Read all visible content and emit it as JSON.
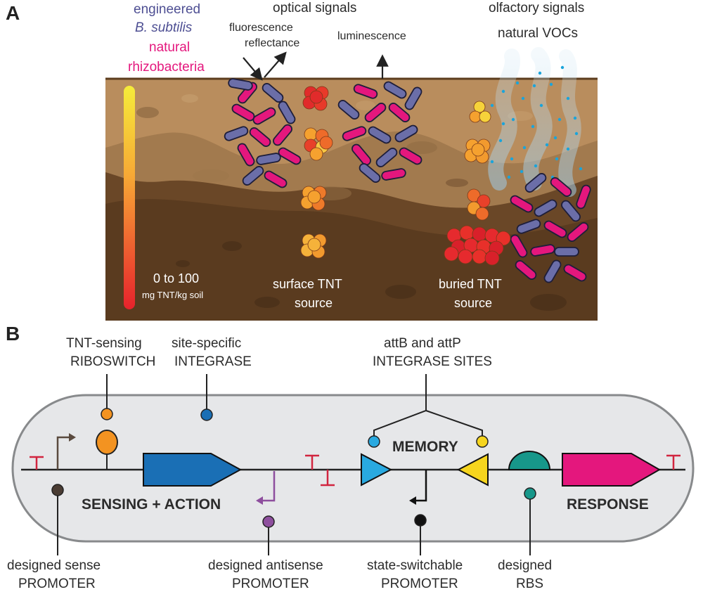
{
  "panel_a": {
    "letter": "A",
    "legend": {
      "engineered": "engineered",
      "bsubtilis": "B. subtilis",
      "natural": "natural",
      "rhizobacteria": "rhizobacteria"
    },
    "optical_signals": "optical signals",
    "fluorescence": "fluorescence",
    "reflectance": "reflectance",
    "luminescence": "luminescence",
    "olfactory_signals": "olfactory signals",
    "natural_vocs": "natural VOCs",
    "scale_range": "0 to 100",
    "scale_unit": "mg TNT/kg soil",
    "surface_source_1": "surface TNT",
    "surface_source_2": "source",
    "buried_source_1": "buried TNT",
    "buried_source_2": "source",
    "colors": {
      "engineered": "#6b6ea8",
      "natural": "#e4177d",
      "soil_light": "#a57a4e",
      "soil_dark": "#5e3f22"
    }
  },
  "panel_b": {
    "letter": "B",
    "riboswitch_1": "TNT-sensing",
    "riboswitch_2": "RIBOSWITCH",
    "integrase_1": "site-specific",
    "integrase_2": "INTEGRASE",
    "attsites_1": "attB and attP",
    "attsites_2": "INTEGRASE SITES",
    "memory": "MEMORY",
    "sensing_action": "SENSING + ACTION",
    "response": "RESPONSE",
    "sense_promoter_1": "designed sense",
    "sense_promoter_2": "PROMOTER",
    "antisense_promoter_1": "designed antisense",
    "antisense_promoter_2": "PROMOTER",
    "switchable_promoter_1": "state-switchable",
    "switchable_promoter_2": "PROMOTER",
    "rbs_1": "designed",
    "rbs_2": "RBS",
    "colors": {
      "integrase_gene": "#1a6fb5",
      "response_gene": "#e4177d",
      "attB": "#29a9e0",
      "attP": "#f6d51e",
      "rbs": "#17978a",
      "riboswitch": "#f39321",
      "antisense": "#8e4f9e",
      "terminator": "#d1253f"
    }
  }
}
